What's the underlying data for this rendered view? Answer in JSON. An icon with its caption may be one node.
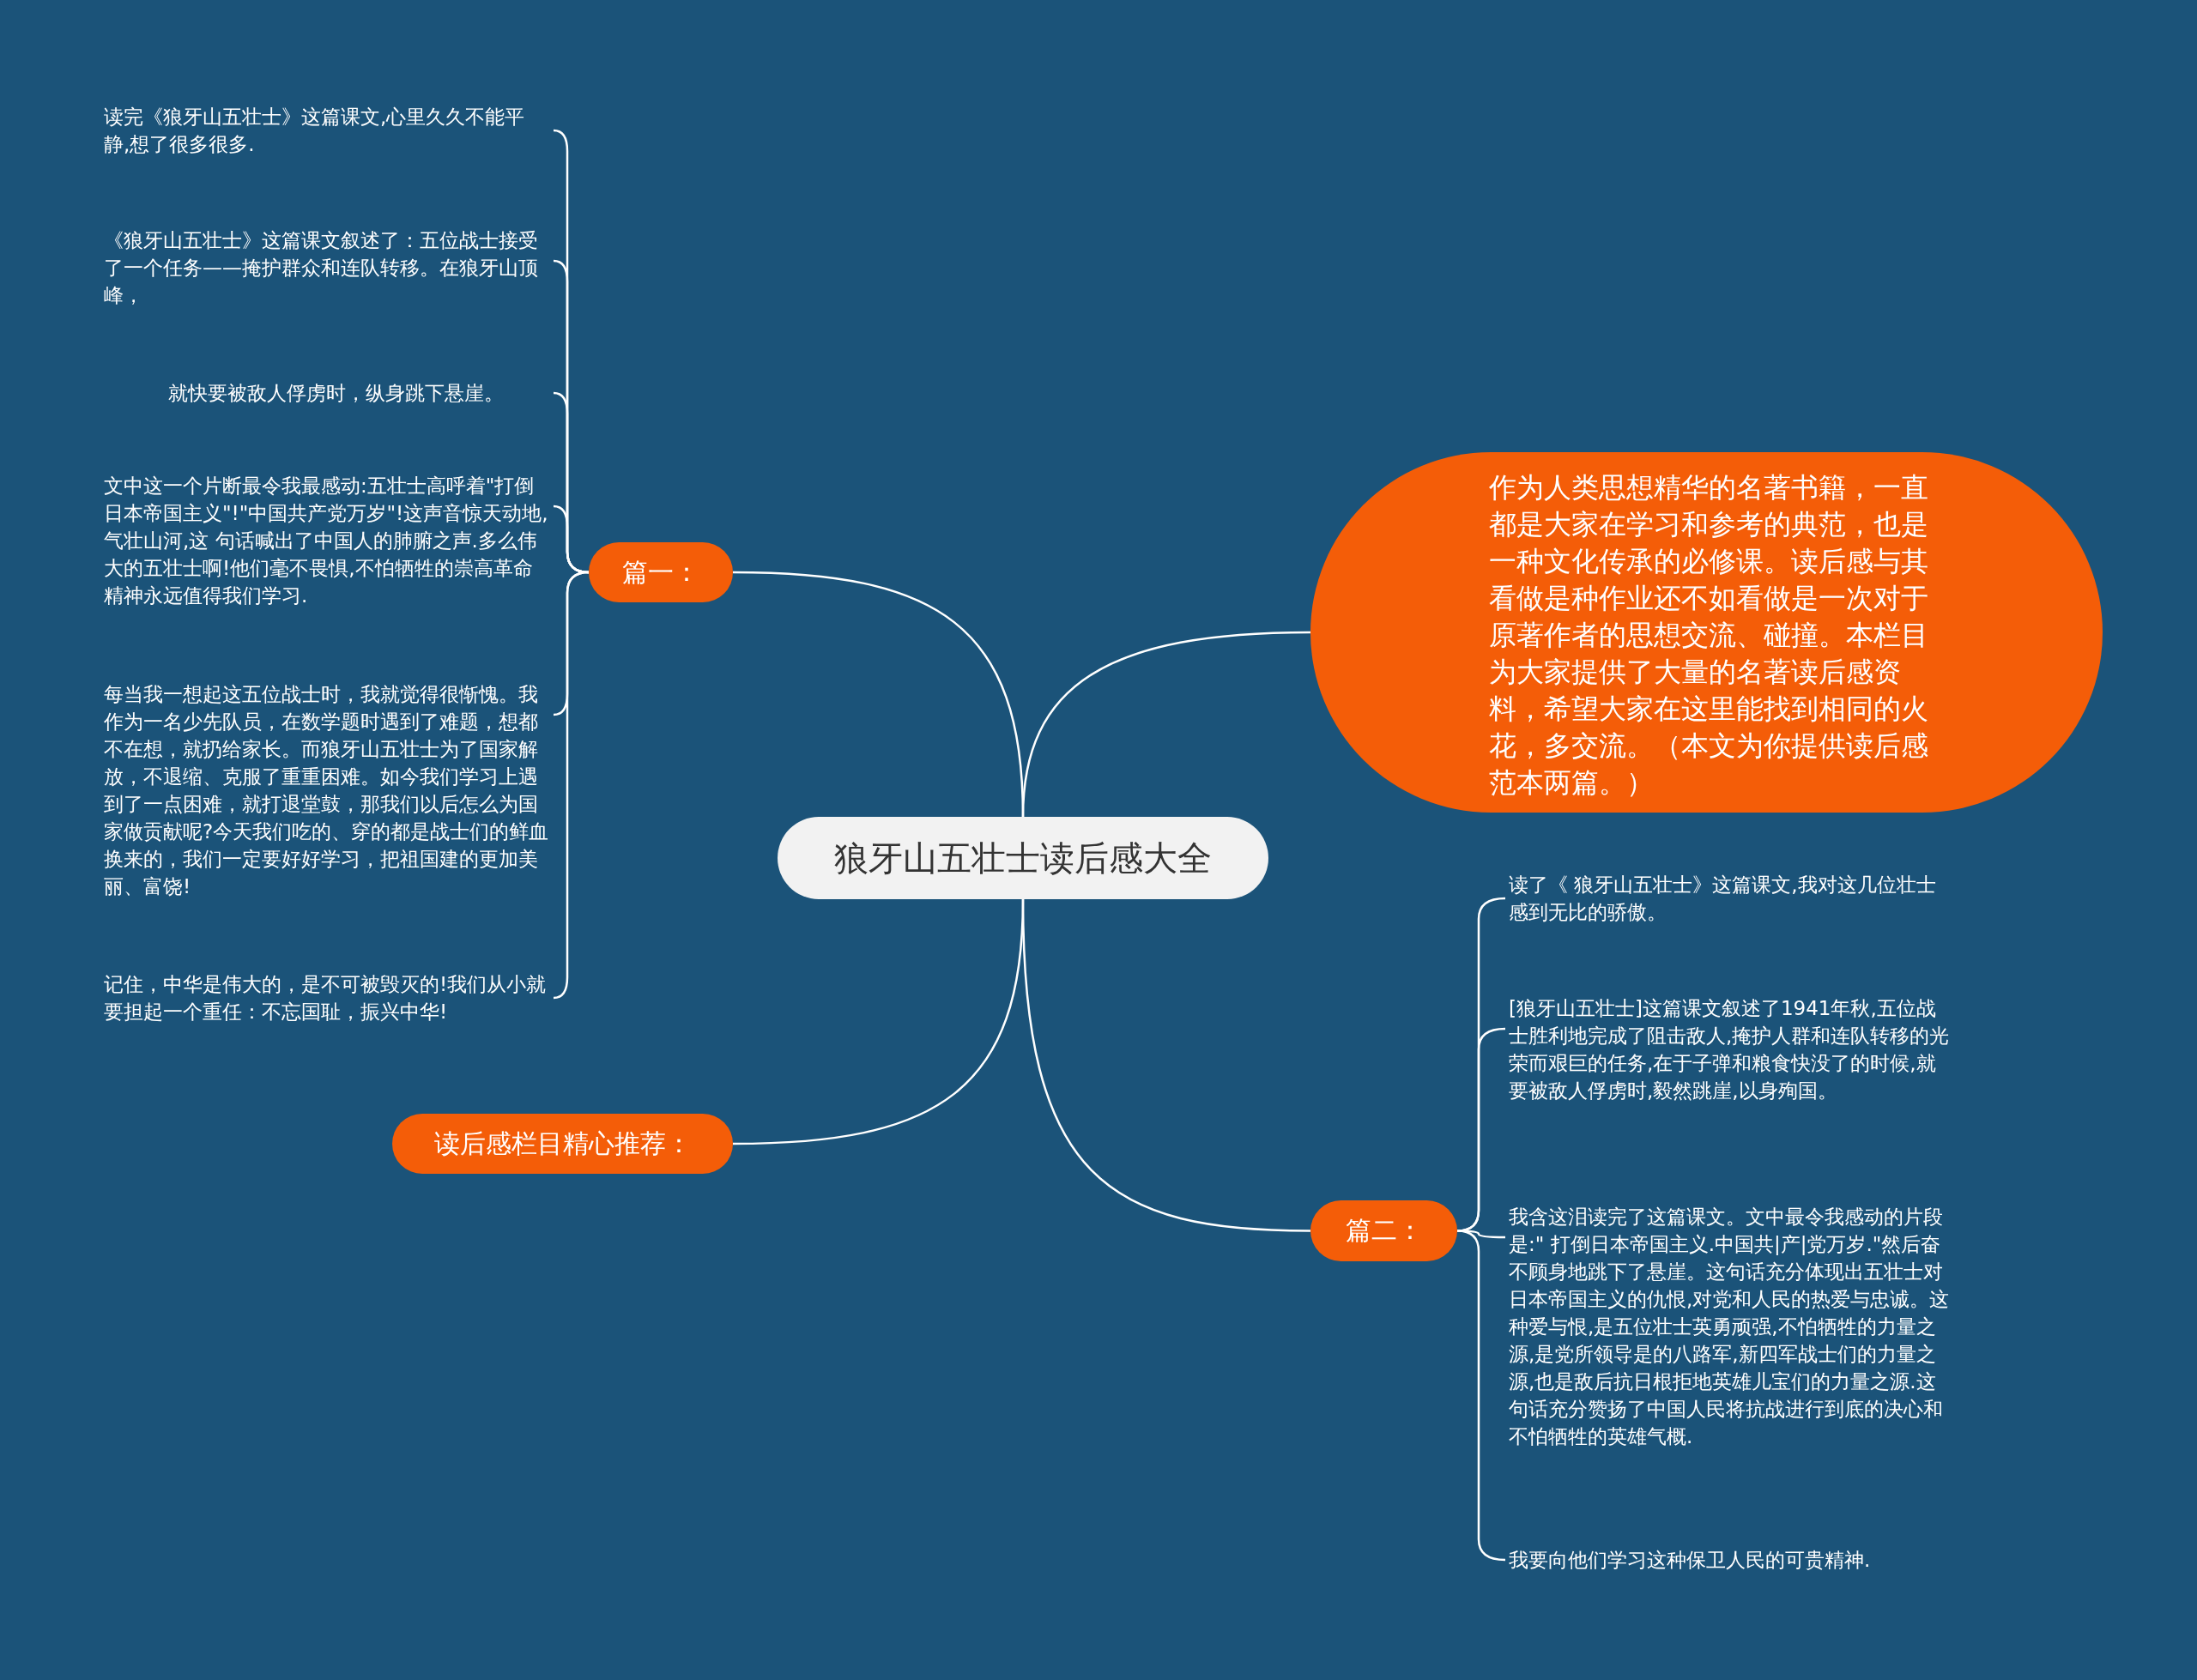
{
  "diagram": {
    "nodes": [
      {
        "text": [
          "狼牙山五壮士读后感大全"
        ]
      },
      {
        "text": [
          "作为人类思想精华的名著书籍，一直都是大家在学习和参考的典范，也是一种文化传承的必修课。读后感与其看做是种作业还不如看做是一次对于原著作者的思想交流、碰撞。本栏目为大家提供了大量的名著读后感资料，希望大家在这里能找到相同的火花，多交流。（本文为你提供读后感范本两篇。）"
        ]
      },
      {
        "text": [
          "篇一："
        ]
      },
      {
        "text": [
          "读完《狼牙山五壮士》这篇课文,心里久久不能平静,想了很多很多."
        ]
      },
      {
        "text": [
          "《狼牙山五壮士》这篇课文叙述了：五位战士接受了一个任务——掩护群众和连队转移。在狼牙山顶峰，"
        ]
      },
      {
        "text": [
          "就快要被敌人俘虏时，纵身跳下悬崖。"
        ]
      },
      {
        "text": [
          "文中这一个片断最令我最感动:五壮士高呼着\"打倒日本帝国主义\"!\"中国共产党万岁\"!这声音惊天动地,气壮山河,这 句话喊出了中国人的肺腑之声.多么伟大的五壮士啊!他们毫不畏惧,不怕牺牲的崇高革命精神永远值得我们学习."
        ]
      },
      {
        "text": [
          "每当我一想起这五位战士时，我就觉得很惭愧。我作为一名少先队员，在数学题时遇到了难题，想都不在想，就扔给家长。而狼牙山五壮士为了国家解放，不退缩、克服了重重困难。如今我们学习上遇到了一点困难，就打退堂鼓，那我们以后怎么为国家做贡献呢?今天我们吃的、穿的都是战士们的鲜血换来的，我们一定要好好学习，把祖国建的更加美丽、富饶!"
        ]
      },
      {
        "text": [
          "记住，中华是伟大的，是不可被毁灭的!我们从小就要担起一个重任：不忘国耻，振兴中华!"
        ]
      },
      {
        "text": [
          "读后感栏目精心推荐："
        ]
      },
      {
        "text": [
          "篇二："
        ]
      },
      {
        "text": [
          "读了《 狼牙山五壮士》这篇课文,我对这几位壮士感到无比的骄傲。"
        ]
      },
      {
        "text": [
          "[狼牙山五壮士]这篇课文叙述了1941年秋,五位战士胜利地完成了阻击敌人,掩护人群和连队转移的光荣而艰巨的任务,在于子弹和粮食快没了的时候,就要被敌人俘虏时,毅然跳崖,以身殉国。"
        ]
      },
      {
        "text": [
          "我含这泪读完了这篇课文。文中最令我感动的片段是:\" 打倒日本帝国主义.中国共|产|党万岁.\"然后奋不顾身地跳下了悬崖。这句话充分体现出五壮士对日本帝国主义的仇恨,对党和人民的热爱与忠诚。这种爱与恨,是五位壮士英勇顽强,不怕牺牲的力量之源,是党所领导是的八路军,新四军战士们的力量之源,也是敌后抗日根拒地英雄儿宝们的力量之源.这句话充分赞扬了中国人民将抗战进行到底的决心和不怕牺牲的英雄气概."
        ]
      },
      {
        "text": [
          "我要向他们学习这种保卫人民的可贵精神."
        ]
      }
    ],
    "edges": [
      {
        "from": 0,
        "to": 1,
        "arrow": "none"
      },
      {
        "from": 0,
        "to": 2,
        "arrow": "none"
      },
      {
        "from": 2,
        "to": 3,
        "arrow": "none"
      },
      {
        "from": 2,
        "to": 4,
        "arrow": "none"
      },
      {
        "from": 2,
        "to": 5,
        "arrow": "none"
      },
      {
        "from": 2,
        "to": 6,
        "arrow": "none"
      },
      {
        "from": 2,
        "to": 7,
        "arrow": "none"
      },
      {
        "from": 2,
        "to": 8,
        "arrow": "none"
      },
      {
        "from": 0,
        "to": 9,
        "arrow": "none"
      },
      {
        "from": 0,
        "to": 10,
        "arrow": "none"
      },
      {
        "from": 10,
        "to": 11,
        "arrow": "none"
      },
      {
        "from": 10,
        "to": 12,
        "arrow": "none"
      },
      {
        "from": 10,
        "to": 13,
        "arrow": "none"
      },
      {
        "from": 10,
        "to": 14,
        "arrow": "none"
      }
    ]
  }
}
